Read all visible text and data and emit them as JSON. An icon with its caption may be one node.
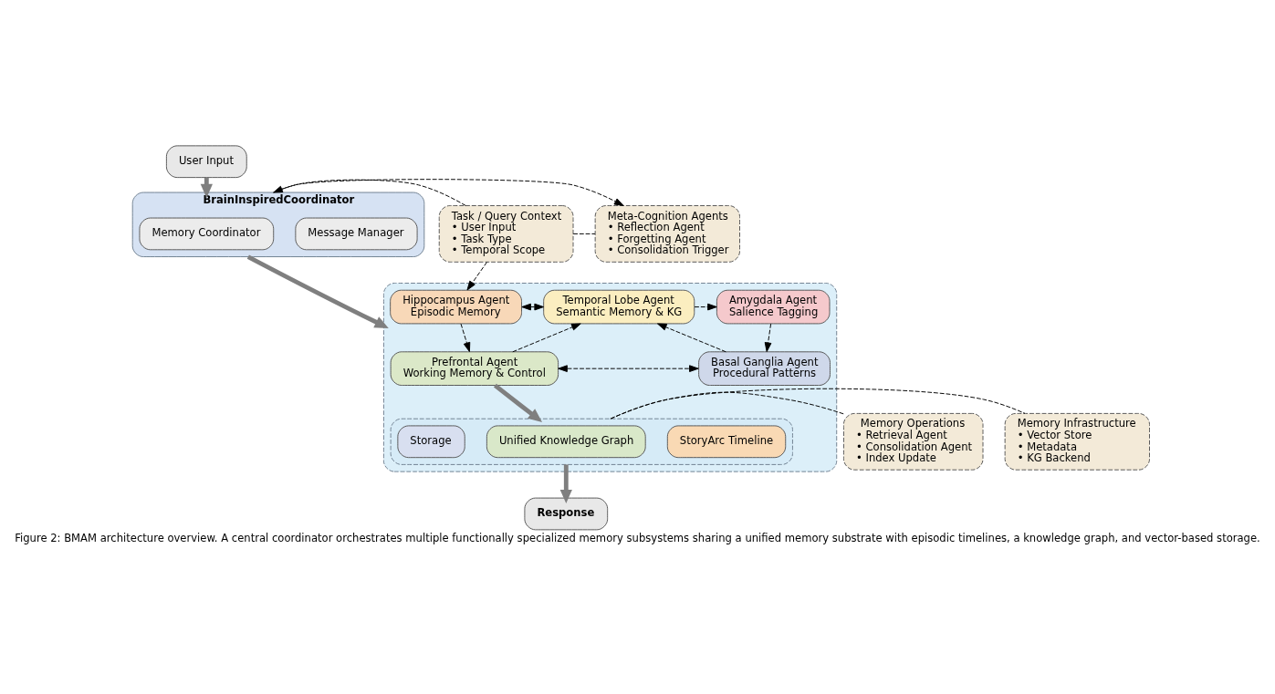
{
  "diagram": {
    "caption": "Figure 2: BMAM architecture overview. A central coordinator orchestrates multiple functionally specialized memory subsystems sharing a unified memory substrate with episodic timelines, a knowledge graph, and vector-based storage.",
    "nodes": [
      {
        "text": [
          "User Input"
        ]
      },
      {
        "text": [
          "BrainInspiredCoordinator"
        ]
      },
      {
        "text": [
          "Message Manager"
        ],
        "in": 1
      },
      {
        "text": [
          "Memory Coordinator"
        ],
        "in": 1
      },
      {
        "text": [
          "Task / Query Context",
          "• User Input",
          "• Task Type",
          "• Temporal Scope"
        ]
      },
      {
        "text": [
          "Meta-Cognition Agents",
          "• Reflection Agent",
          "• Forgetting Agent",
          "• Consolidation Trigger"
        ]
      },
      {
        "text": [],
        "shape": "box"
      },
      {
        "text": [
          "Hippocampus Agent",
          "Episodic Memory"
        ],
        "in": 6
      },
      {
        "text": [
          "Temporal Lobe Agent",
          "Semantic Memory & KG"
        ],
        "in": 6
      },
      {
        "text": [
          "Amygdala Agent",
          "Salience Tagging"
        ],
        "in": 6
      },
      {
        "text": [
          "Prefrontal Agent",
          "Working Memory & Control"
        ],
        "in": 6
      },
      {
        "text": [
          "Basal Ganglia Agent",
          "Procedural Patterns"
        ],
        "in": 6
      },
      {
        "text": [],
        "shape": "box",
        "in": 6
      },
      {
        "text": [
          "StoryArc Timeline"
        ],
        "in": 12
      },
      {
        "text": [
          "Unified Knowledge Graph"
        ],
        "in": 12
      },
      {
        "text": [
          "Storage"
        ],
        "in": 12
      },
      {
        "text": [
          "Memory Operations",
          "• Retrieval Agent",
          "• Consolidation Agent",
          "• Index Update"
        ]
      },
      {
        "text": [
          "Memory Infrastructure",
          "• Vector Store",
          "• Metadata",
          "• KG Backend"
        ]
      },
      {
        "text": [
          "Response"
        ]
      }
    ],
    "edges": [
      {
        "from": 0,
        "to": 1,
        "arrow": "to",
        "style": "thick",
        "color": "#7f7f7f"
      },
      {
        "from": 4,
        "to": 1,
        "arrow": "to",
        "style": "dashed"
      },
      {
        "from": 1,
        "to": 5,
        "arrow": "to",
        "style": "dashed"
      },
      {
        "from": 4,
        "to": 5,
        "arrow": "none",
        "style": "dashed"
      },
      {
        "from": 4,
        "to": 7,
        "arrow": "to",
        "style": "dashed"
      },
      {
        "from": 1,
        "to": 6,
        "arrow": "to",
        "style": "thick",
        "color": "#7f7f7f"
      },
      {
        "from": 7,
        "to": 8,
        "arrow": "both"
      },
      {
        "from": 8,
        "to": 9,
        "arrow": "to",
        "style": "dashed"
      },
      {
        "from": 7,
        "to": 10,
        "arrow": "to",
        "style": "dashed"
      },
      {
        "from": 9,
        "to": 11,
        "arrow": "to",
        "style": "dashed"
      },
      {
        "from": 10,
        "to": 8,
        "arrow": "to",
        "style": "dashed"
      },
      {
        "from": 11,
        "to": 8,
        "arrow": "to",
        "style": "dashed"
      },
      {
        "from": 10,
        "to": 11,
        "arrow": "both",
        "style": "dashed"
      },
      {
        "from": 6,
        "to": 12,
        "arrow": "to",
        "style": "thick",
        "color": "#7f7f7f"
      },
      {
        "from": 12,
        "to": 18,
        "arrow": "to",
        "style": "thick",
        "color": "#7f7f7f"
      },
      {
        "from": 16,
        "to": 12,
        "arrow": "none",
        "style": "dashed"
      },
      {
        "from": 12,
        "to": 17,
        "arrow": "none",
        "style": "dashed"
      }
    ]
  }
}
